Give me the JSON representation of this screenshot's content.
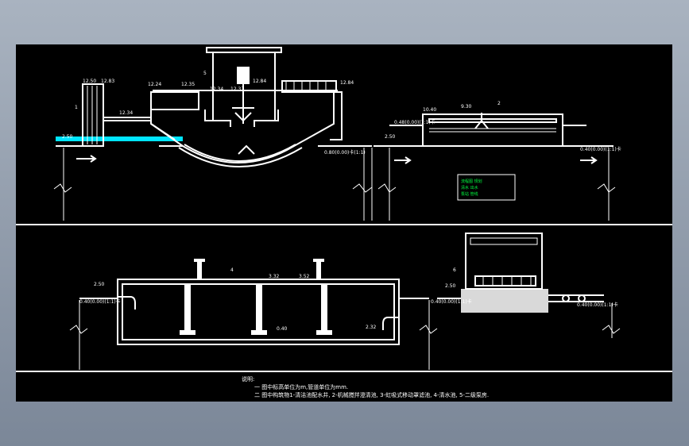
{
  "drawing": {
    "background_color": "#000000",
    "line_color": "#ffffff",
    "water_color": "#00e5ff",
    "legend_color": "#00ff40"
  },
  "clarifier": {
    "callout": "1",
    "top_callout": "5",
    "elevations": [
      "12.50",
      "12.83",
      "12.24",
      "12.35",
      "12.84",
      "12.34",
      "12.37",
      "12.84",
      "12.34",
      "2.50"
    ],
    "bottom_label": "0.80(0.00)卡(1:1)"
  },
  "filter": {
    "callout": "2",
    "elevations": [
      "10.40",
      "9.30",
      "2.50"
    ],
    "left_label": "0.48(0.00)(1:1)卡",
    "right_label": "0.40(0.00)(1:1)卡"
  },
  "reservoir": {
    "callout": "4",
    "elevations": [
      "2.50",
      "3.32",
      "3.52",
      "0.40",
      "2.32"
    ],
    "left_label": "0.40(0.00)(1:1)卡"
  },
  "pump_house": {
    "callout": "6",
    "elevations": [
      "2.50"
    ],
    "left_label": "0.40(0.00)(1:1)卡",
    "right_label": "0.40(0.00)(1:1)卡"
  },
  "notes": {
    "heading": "说明:",
    "line1": "一 图中标高单位为m,管道单位为mm.",
    "line2": "二 图中构筑物1-清洁池配水井, 2-机械搅拌澄清池, 3-虹吸式移动罩滤池, 4-清水池, 5-二级泵房."
  }
}
